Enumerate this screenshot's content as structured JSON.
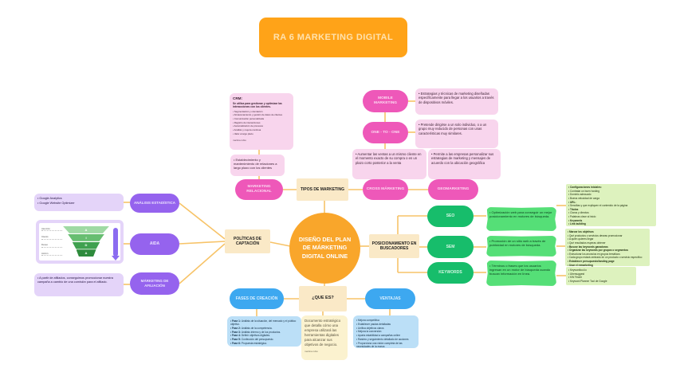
{
  "title": "RA 6 MARKETING DIGITAL",
  "center": "DISEÑO DEL PLAN DE MÁRKETING DIGITAL ONLINE",
  "author": "martina rubio",
  "colors": {
    "accent_orange": "#F9A62B",
    "pink": "#EE58B9",
    "purple": "#9563EE",
    "green": "#17BD6B",
    "blue": "#3DA8F0",
    "connector": "#F7C368"
  },
  "tipos": {
    "label": "TIPOS DE MARKETING",
    "marketing_relacional": {
      "label": "MARKETING RELACIONAL",
      "note": [
        "Establecimiento y mantenimiento de relaciones a largo plazo con los clientes"
      ],
      "crm": {
        "title": "CRM:",
        "subtitle": "Se utiliza para gestionar y optimizar las interacciones con los clientes.",
        "bullets": [
          "Segmentación y orientación",
          "Almacenamiento y gestión de datos de clientes",
          "Comunicación personalizada",
          "Registro de interacciones",
          "Automatización de procesos",
          "Análisis y mejora continua",
          "Valor a largo plazo"
        ]
      }
    },
    "mobile_marketing": {
      "label": "MOBILE MARKETING",
      "note": [
        "Estrategias y técnicas de marketing diseñadas específicamente para llegar a los usuarios a través de dispositivos móviles."
      ]
    },
    "one_to_one": {
      "label": "ONE - TO - ONE",
      "note": [
        "Pretende dirigirse a un solo individuo, o a un grupo muy reducido de personas con unas características muy similares."
      ]
    },
    "cross_marketing": {
      "label": "CROSS MÁRKETING",
      "note": [
        "Aumentar las ventas a un mismo cliente en el momento exacto de su compra o en un plazo corto posterior a la venta"
      ]
    },
    "geomarketing": {
      "label": "GEOMARKETING",
      "note": [
        "Permite a las empresas personalizar sus estrategias de marketing y mensajes de acuerdo con la ubicación geográfica"
      ]
    }
  },
  "captacion": {
    "label": "POLÍTICAS DE CAPTACIÓN",
    "analisis": {
      "label": "ANÁLISIS ESTADÍSTICA",
      "bullets": [
        "Google Analytics",
        "Google Website Optimizer"
      ]
    },
    "aida": {
      "label": "AIDA",
      "funnel": {
        "levels": [
          {
            "letter": "A",
            "label": "Atención"
          },
          {
            "letter": "I",
            "label": "Interés"
          },
          {
            "letter": "D",
            "label": "Deseo"
          },
          {
            "letter": "A",
            "label": "Acción"
          }
        ]
      }
    },
    "afiliacion": {
      "label": "MÁRKETING DE AFILIACIÓN",
      "bullets": [
        "A partir de afiliados, conseguimos promocionar nuestra campaña a cambio de una comisión para el afiliado."
      ]
    }
  },
  "buscadores": {
    "label": "POSICIONAMIENTO EN BUSCADORES",
    "seo": {
      "label": "SEO",
      "note": [
        "Optimización web para conseguir un mejor posicionamiento en motores de búsqueda."
      ],
      "details": [
        {
          "text": "Configuraciones iniciales:",
          "bold": true
        },
        "Contratar un buen hosting",
        "Dominio adecuado",
        "Buena velocidad de carga",
        {
          "text": "URL:",
          "bold": true
        },
        "Sencillas y que expliquen el contenido de la página",
        {
          "text": "Títulos",
          "bold": true
        },
        "Claros y directos",
        "Palabras clave al inicio",
        {
          "text": "Keywords",
          "bold": true
        },
        {
          "text": "Link building",
          "bold": true
        }
      ]
    },
    "sem": {
      "label": "SEM",
      "note": [
        "Promoción de un sitio web a través de publicidad en motores de búsqueda."
      ],
      "details": [
        {
          "text": "Marcar los objetivos",
          "bold": true
        },
        "Qué productos o servicios deseas promocionar",
        "A quién quieres llegar",
        "Qué resultados esperas obtener",
        {
          "text": "Buscar las keywords ganadoras",
          "bold": true
        },
        {
          "text": "Organizar las keywords por grupos o segmentos",
          "bold": true
        },
        "Estructurar los anuncios en grupos temáticos",
        "Cada grupo estará centrado en un producto o servicio específico",
        {
          "text": "Establecer presupuesto/landing page",
          "bold": true
        },
        {
          "text": "Usar el remarketing",
          "bold": true
        }
      ]
    },
    "keywords": {
      "label": "KEYWORDS",
      "note": [
        "Términos o frases que los usuarios ingresan en un motor de búsqueda cuando buscan información en línea."
      ],
      "details": [
        "Keywordtool.io",
        "Ubersuggest",
        "KW Finder",
        "Keyword Planner Tool de Google"
      ]
    }
  },
  "plan": {
    "que_es_label": "¿QUE ES?",
    "definition": "Documento estratégico que detalla cómo una empresa utilizará las herramientas digitales para alcanzar sus objetivos de negocio.",
    "fases": {
      "label": "FASES DE CREACIÓN",
      "items": [
        {
          "lead": "Fase 1:",
          "text": "Análisis de la situación, del mercado y el público objetivo."
        },
        {
          "lead": "Fase 2:",
          "text": "Análisis de la competencia."
        },
        {
          "lead": "Fase 3:",
          "text": "Análisis interno y de los productos."
        },
        {
          "lead": "Fase 4:",
          "text": "Definir objetivos digitales."
        },
        {
          "lead": "Fase 5:",
          "text": "Confección del presupuesto."
        },
        {
          "lead": "Fase 6:",
          "text": "Propuesta estratégica."
        }
      ]
    },
    "ventajas": {
      "label": "VENTAJAS",
      "items": [
        "Mejora competitiva",
        "Establecer pautas detalladas",
        "Unifica objetivos claros",
        "Mejora la conversión",
        "Aporta estabilidad a campañas online",
        "Rastreo y seguimiento detallado de acciones",
        "Proporciona una visión completa de las necesidades de la marca"
      ]
    }
  }
}
